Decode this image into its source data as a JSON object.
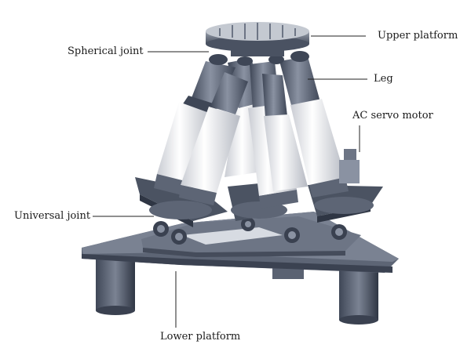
{
  "labels": {
    "upper_platform": "Upper platform",
    "spherical_joint": "Spherical joint",
    "leg": "Leg",
    "ac_servo_motor": "AC servo motor",
    "universal_joint": "Universal joint",
    "lower_platform": "Lower platform"
  },
  "colors": {
    "metal_dark": "#4a5262",
    "metal_mid": "#6f7787",
    "metal_light": "#b9bfca",
    "motor_white": "#f3f4f6",
    "leader_line": "#222222"
  }
}
